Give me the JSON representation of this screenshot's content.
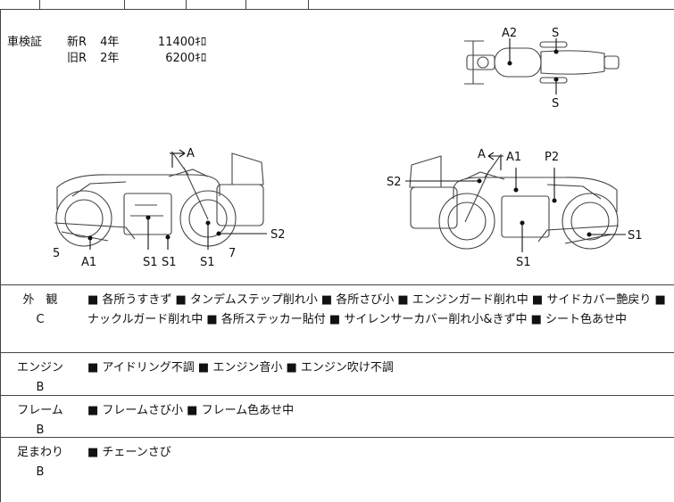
{
  "registration": {
    "label": "車検証",
    "rows": [
      {
        "type": "新R",
        "years": "4年",
        "amount": "11400ｷﾛ"
      },
      {
        "type": "旧R",
        "years": "2年",
        "amount": "6200ｷﾛ"
      }
    ]
  },
  "diagram_labels": {
    "top": [
      "A2",
      "S",
      "S"
    ],
    "left": [
      "A",
      "5",
      "A1",
      "S1",
      "S1",
      "S1",
      "7",
      "S2"
    ],
    "right": [
      "A",
      "A1",
      "P2",
      "S2",
      "S1",
      "S1"
    ]
  },
  "conditions": [
    {
      "category": "外　観",
      "grade": "C",
      "text": "■ 各所うすきず ■ タンデムステップ削れ小 ■ 各所さび小 ■ エンジンガード削れ中 ■ サイドカバー艶戻り ■ ナックルガード削れ中 ■ 各所ステッカー貼付 ■ サイレンサーカバー削れ小&きず中 ■ シート色あせ中"
    },
    {
      "category": "エンジン",
      "grade": "B",
      "text": "■ アイドリング不調 ■ エンジン音小 ■ エンジン吹け不調"
    },
    {
      "category": "フレーム",
      "grade": "B",
      "text": "■ フレームさび小 ■ フレーム色あせ中"
    },
    {
      "category": "足まわり",
      "grade": "B",
      "text": "■ チェーンさび"
    }
  ]
}
